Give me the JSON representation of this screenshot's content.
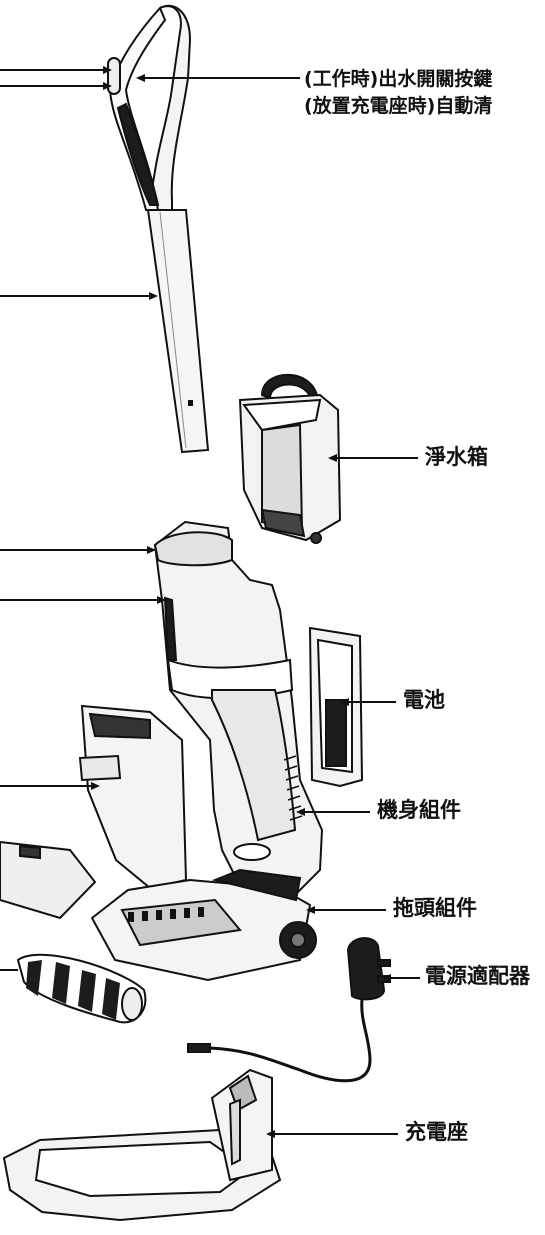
{
  "labels": {
    "water_switch": "(工作時)出水開關按鍵",
    "auto_clean": "(放置充電座時)自動清",
    "clean_tank": "淨水箱",
    "battery": "電池",
    "body": "機身組件",
    "mop_head": "拖頭組件",
    "adapter": "電源適配器",
    "charging_base": "充電座"
  },
  "colors": {
    "line": "#111111",
    "gray": "#6d6d6d",
    "dark": "#1c1c1c",
    "light": "#f2f2f2"
  }
}
